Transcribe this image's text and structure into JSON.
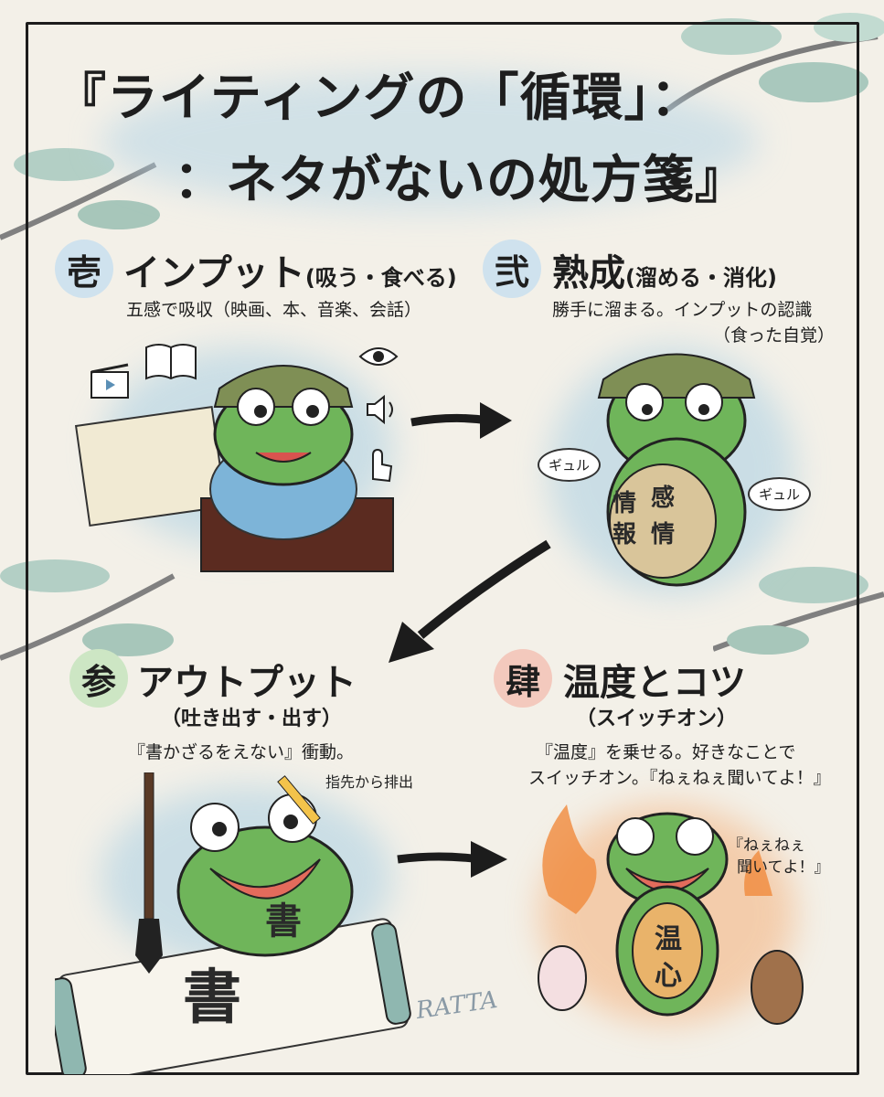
{
  "title": {
    "line1": "『ライティングの「循環」：",
    "line2": "：ネタがないの処方箋』"
  },
  "sections": [
    {
      "badge": "壱",
      "heading": "インプット",
      "heading_sub": "(吸う・食べる)",
      "desc": "五感で吸収（映画、本、音楽、会話）",
      "badge_color": "#cfe2ee"
    },
    {
      "badge": "弐",
      "heading": "熟成",
      "heading_sub": "(溜める・消化)",
      "desc1": "勝手に溜まる。インプットの認識",
      "desc2": "（食った自覚）",
      "badge_color": "#cfe2ee"
    },
    {
      "badge": "参",
      "heading": "アウトプット",
      "heading_sub2": "（吐き出す・出す）",
      "desc": "『書かざるをえない』衝動。",
      "note": "指先から排出",
      "badge_color": "#cde6c4"
    },
    {
      "badge": "肆",
      "heading": "温度とコツ",
      "heading_sub2": "（スイッチオン）",
      "desc1": "『温度』を乗せる。好きなことで",
      "desc2": "スイッチオン。『ねぇねぇ聞いてよ！』",
      "badge_color": "#f3c9bd"
    }
  ],
  "illustration": {
    "bubble1": "ギュル",
    "bubble2": "ギュル",
    "belly_a1": "情",
    "belly_a2": "報",
    "belly_b1": "感",
    "belly_b2": "情",
    "chest_write": "書",
    "scroll_write": "書",
    "heart_a": "温",
    "heart_b": "心",
    "speech_1": "『ねぇねぇ",
    "speech_2": "聞いてよ！』"
  },
  "signature": "RATTA",
  "colors": {
    "frog": "#6fb55a",
    "ink": "#1c1c1c",
    "paper": "#f3f0e8",
    "blue_wash": "#a9cfe3",
    "orange_wash": "#f4b07a"
  }
}
